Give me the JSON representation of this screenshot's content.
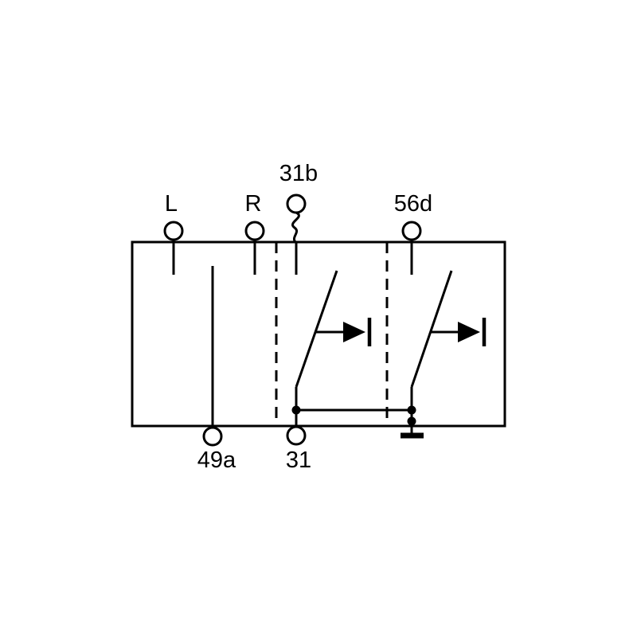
{
  "diagram": {
    "colors": {
      "line": "#000000",
      "background": "#ffffff"
    },
    "terminals": {
      "top": [
        {
          "id": "L",
          "label": "L"
        },
        {
          "id": "R",
          "label": "R"
        },
        {
          "id": "31b",
          "label": "31b"
        },
        {
          "id": "56d",
          "label": "56d"
        }
      ],
      "bottom": [
        {
          "id": "49a",
          "label": "49a"
        },
        {
          "id": "31",
          "label": "31"
        }
      ]
    }
  }
}
